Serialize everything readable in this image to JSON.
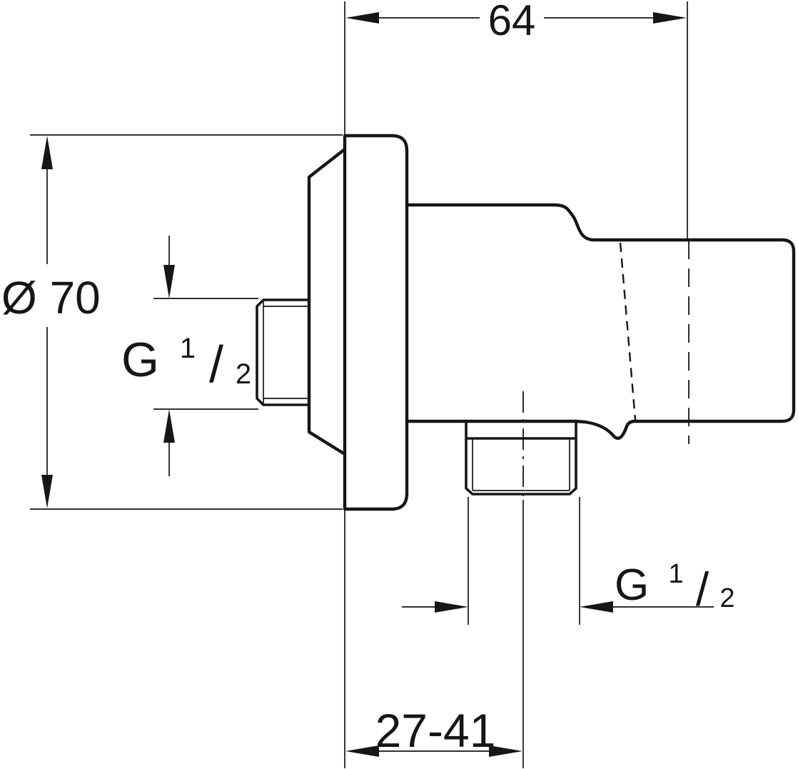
{
  "drawing": {
    "background": "#ffffff",
    "line_color": "#161616",
    "labels": {
      "width": "64",
      "diameter": "Ø 70",
      "depth_range": "27-41",
      "thread_inlet": {
        "g": "G",
        "sup": "1",
        "slash": "/",
        "sub": "2"
      },
      "thread_outlet": {
        "g": "G",
        "sup": "1",
        "slash": "/",
        "sub": "2"
      }
    }
  }
}
